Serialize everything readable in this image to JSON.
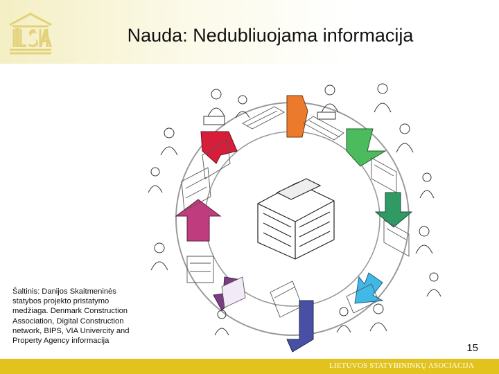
{
  "slide": {
    "title": "Nauda: Nedubliuojama informacija",
    "source_note": "Šaltinis: Danijos Skaitmeninės statybos projekto pristatymo medžiaga. Denmark Construction Association, Digital Construction network, BIPS, VIA Univercity and Property Agency informacija",
    "page_number": "15",
    "footer": "LIETUVOS STATYBININKŲ ASOCIACIJA"
  },
  "logo": {
    "monogram": "LSA"
  },
  "colors": {
    "header_gradient": "#f4efc4",
    "footer_band": "#e2c31d",
    "logo_gold": "#e3d27a",
    "arrow_colors": [
      "#ec7a2c",
      "#4cbb5e",
      "#2f9a63",
      "#41b8e8",
      "#4750a5",
      "#7c3d86",
      "#bf3c7e",
      "#d61e3a"
    ]
  },
  "diagram": {
    "description_icon": "bim-cycle-illustration",
    "arrow_count": 8
  }
}
